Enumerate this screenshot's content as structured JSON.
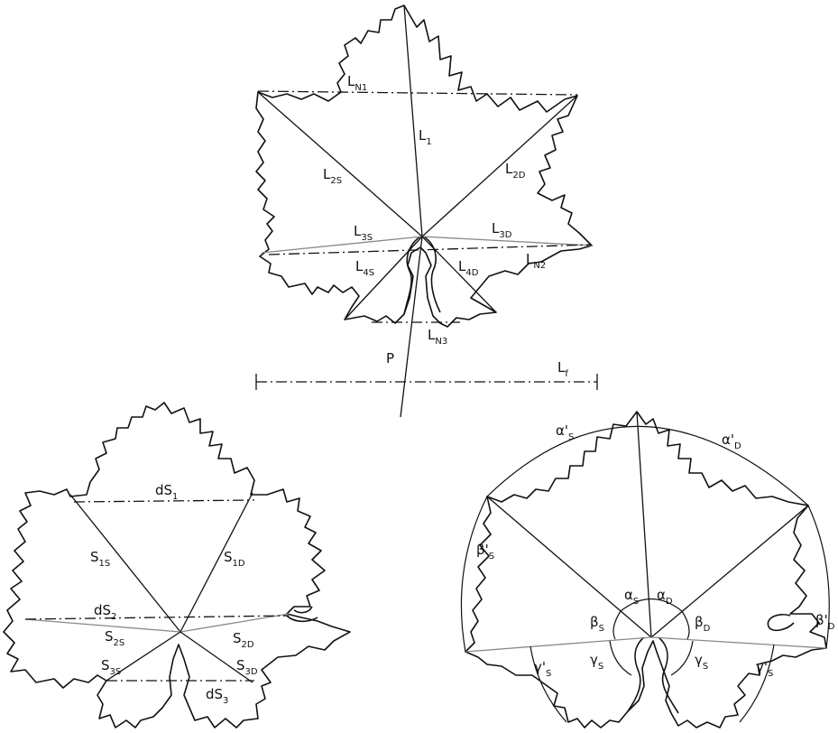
{
  "diagram_1": {
    "labels": {
      "ln1": {
        "main": "L",
        "sub": "N1"
      },
      "l1": {
        "main": "L",
        "sub": "1"
      },
      "l2s": {
        "main": "L",
        "sub": "2S"
      },
      "l2d": {
        "main": "L",
        "sub": "2D"
      },
      "l3s": {
        "main": "L",
        "sub": "3S"
      },
      "l3d": {
        "main": "L",
        "sub": "3D"
      },
      "ln2": {
        "main": "L",
        "sub": "N2"
      },
      "l4s": {
        "main": "L",
        "sub": "4S"
      },
      "l4d": {
        "main": "L",
        "sub": "4D"
      },
      "ln3": {
        "main": "L",
        "sub": "N3"
      },
      "p": "P",
      "lf": {
        "main": "L",
        "sub": "f"
      }
    }
  },
  "diagram_2": {
    "labels": {
      "ds1": {
        "main": "dS",
        "sub": "1"
      },
      "s1s": {
        "main": "S",
        "sub": "1S"
      },
      "s1d": {
        "main": "S",
        "sub": "1D"
      },
      "ds2": {
        "main": "dS",
        "sub": "2"
      },
      "s2s": {
        "main": "S",
        "sub": "2S"
      },
      "s2d": {
        "main": "S",
        "sub": "2D"
      },
      "s3s": {
        "main": "S",
        "sub": "3S"
      },
      "s3d": {
        "main": "S",
        "sub": "3D"
      },
      "ds3": {
        "main": "dS",
        "sub": "3"
      }
    }
  },
  "diagram_3": {
    "labels": {
      "alpha_s_prime": {
        "main": "α'",
        "sub": "S"
      },
      "alpha_d_prime": {
        "main": "α'",
        "sub": "D"
      },
      "beta_s_prime": {
        "main": "β'",
        "sub": "S"
      },
      "beta_d_prime": {
        "main": "β'",
        "sub": "D"
      },
      "alpha_s": {
        "main": "α",
        "sub": "S"
      },
      "alpha_d": {
        "main": "α",
        "sub": "D"
      },
      "beta_s": {
        "main": "β",
        "sub": "S"
      },
      "beta_d": {
        "main": "β",
        "sub": "D"
      },
      "gamma_s_left": {
        "main": "γ",
        "sub": "S"
      },
      "gamma_s_right": {
        "main": "γ",
        "sub": "S"
      },
      "gamma_s_prime_left": {
        "main": "γ'",
        "sub": "S"
      },
      "gamma_s_prime_right": {
        "main": "γ'",
        "sub": "S"
      }
    }
  }
}
